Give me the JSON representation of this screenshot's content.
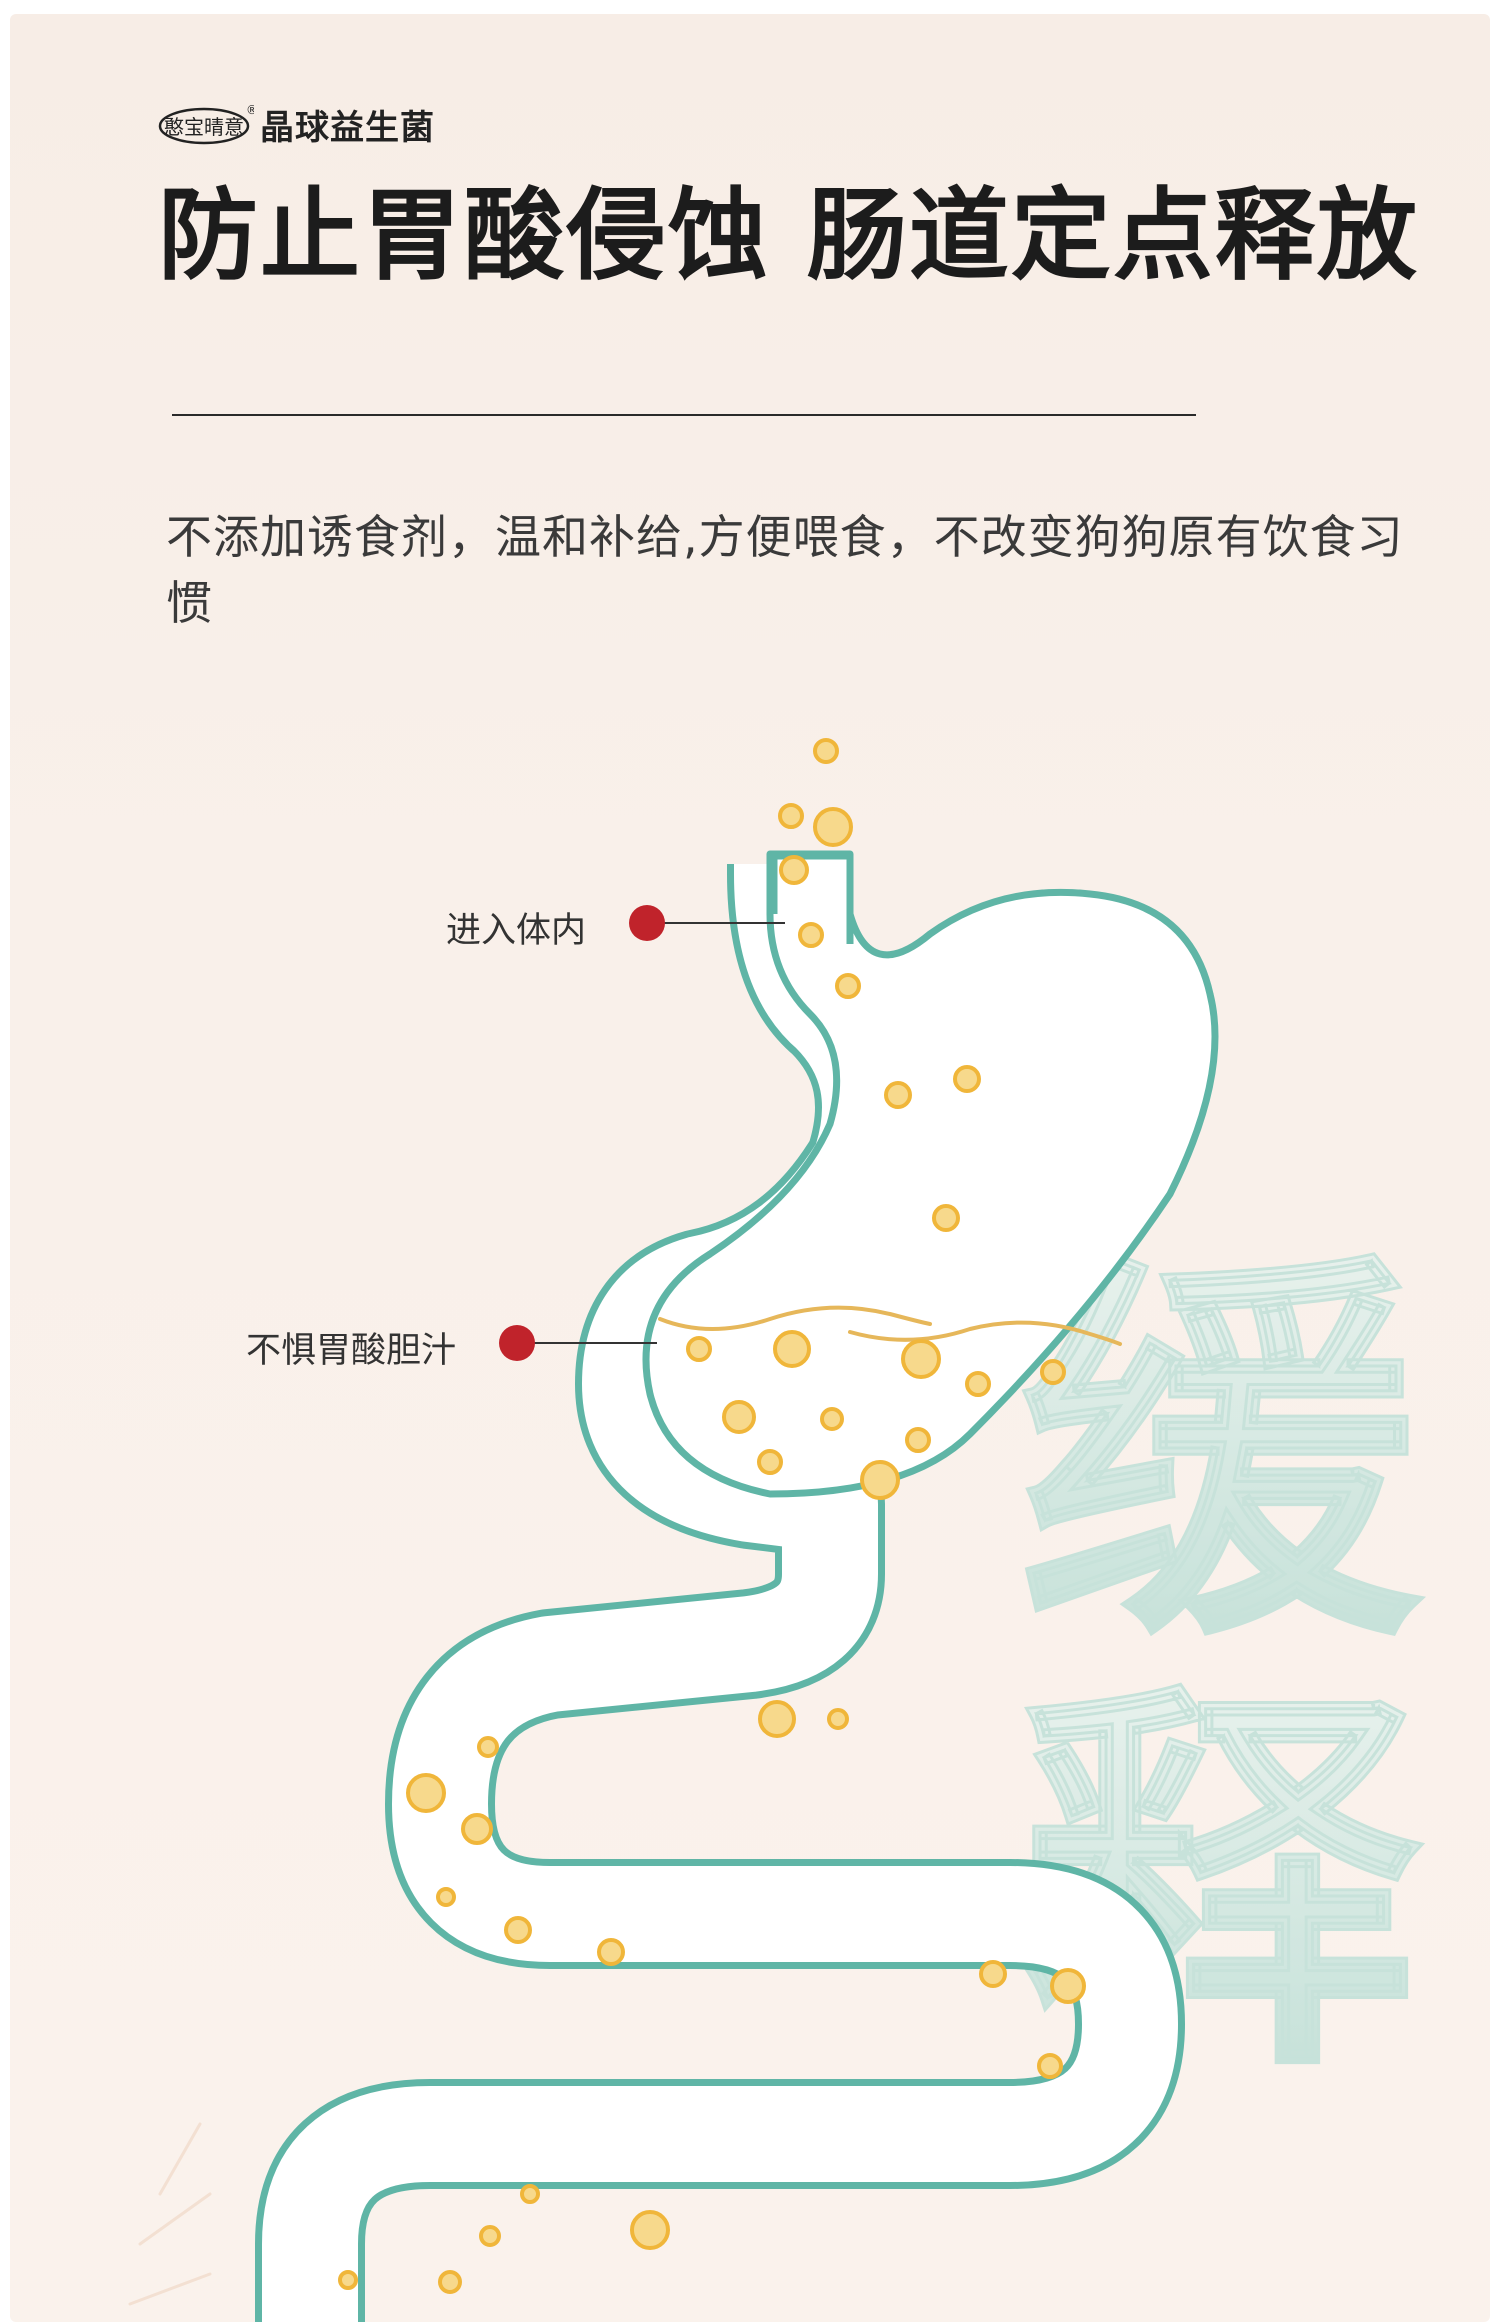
{
  "brand": {
    "logo_text": "憨宝晴意",
    "name": "晶球益生菌",
    "registered_mark": "®"
  },
  "headline": {
    "part1": "防止胃酸侵蚀 肠道",
    "highlight": "定点",
    "part2": "释放"
  },
  "description": "不添加诱食剂，温和补给,方便喂食，不改变狗狗原有饮食习惯",
  "diagram": {
    "label_top": "进入体内",
    "label_middle": "不惧胃酸胆汁",
    "big_text_1": "缓",
    "big_text_2": "释",
    "colors": {
      "tract_outline": "#5fb5a6",
      "particles": "#f0b63a",
      "marker": "#c0232b",
      "acid_wave": "#e6b75a",
      "big_text": "#bfe2da"
    }
  }
}
